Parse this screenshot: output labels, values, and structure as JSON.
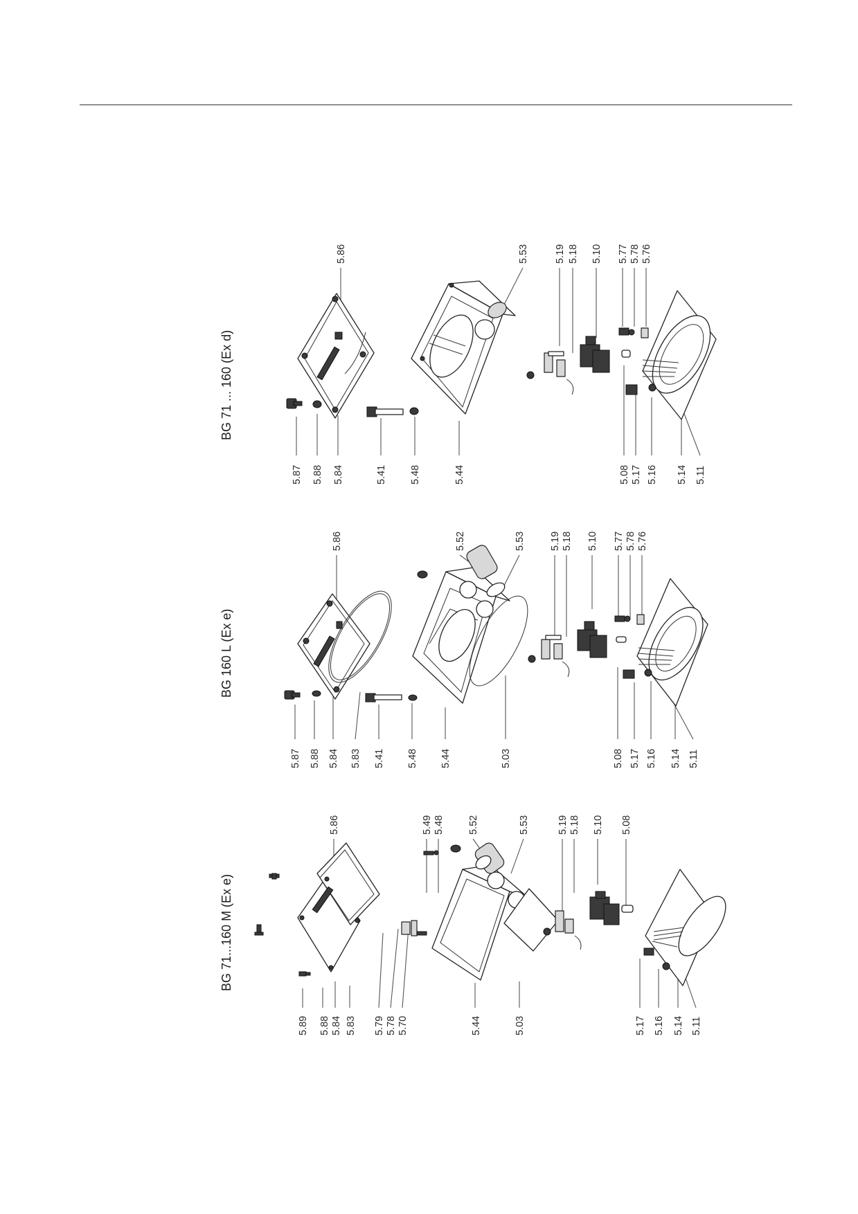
{
  "variants": [
    {
      "title": "BG 71...160 M (Ex e)",
      "labels_left": [
        "5.89",
        "5.88",
        "5.84",
        "5.83",
        "5.79",
        "5.78",
        "5.70",
        "5.44",
        "5.03",
        "5.17",
        "5.16",
        "5.14",
        "5.11"
      ],
      "labels_right": [
        "5.86",
        "5.49",
        "5.48",
        "5.52",
        "5.53",
        "5.19",
        "5.18",
        "5.10",
        "5.08"
      ]
    },
    {
      "title": "BG 160 L (Ex e)",
      "labels_left": [
        "5.87",
        "5.88",
        "5.84",
        "5.83",
        "5.41",
        "5.48",
        "5.44",
        "5.03",
        "5.08",
        "5.17",
        "5.16",
        "5.14",
        "5.11"
      ],
      "labels_right": [
        "5.86",
        "5.52",
        "5.53",
        "5.19",
        "5.18",
        "5.10",
        "5.77",
        "5.78",
        "5.76"
      ]
    },
    {
      "title": "BG 71 ... 160 (Ex d)",
      "labels_left": [
        "5.87",
        "5.88",
        "5.84",
        "5.41",
        "5.48",
        "5.44",
        "5.08",
        "5.17",
        "5.16",
        "5.14",
        "5.11"
      ],
      "labels_right": [
        "5.86",
        "5.53",
        "5.19",
        "5.18",
        "5.10",
        "5.77",
        "5.78",
        "5.76"
      ]
    }
  ]
}
